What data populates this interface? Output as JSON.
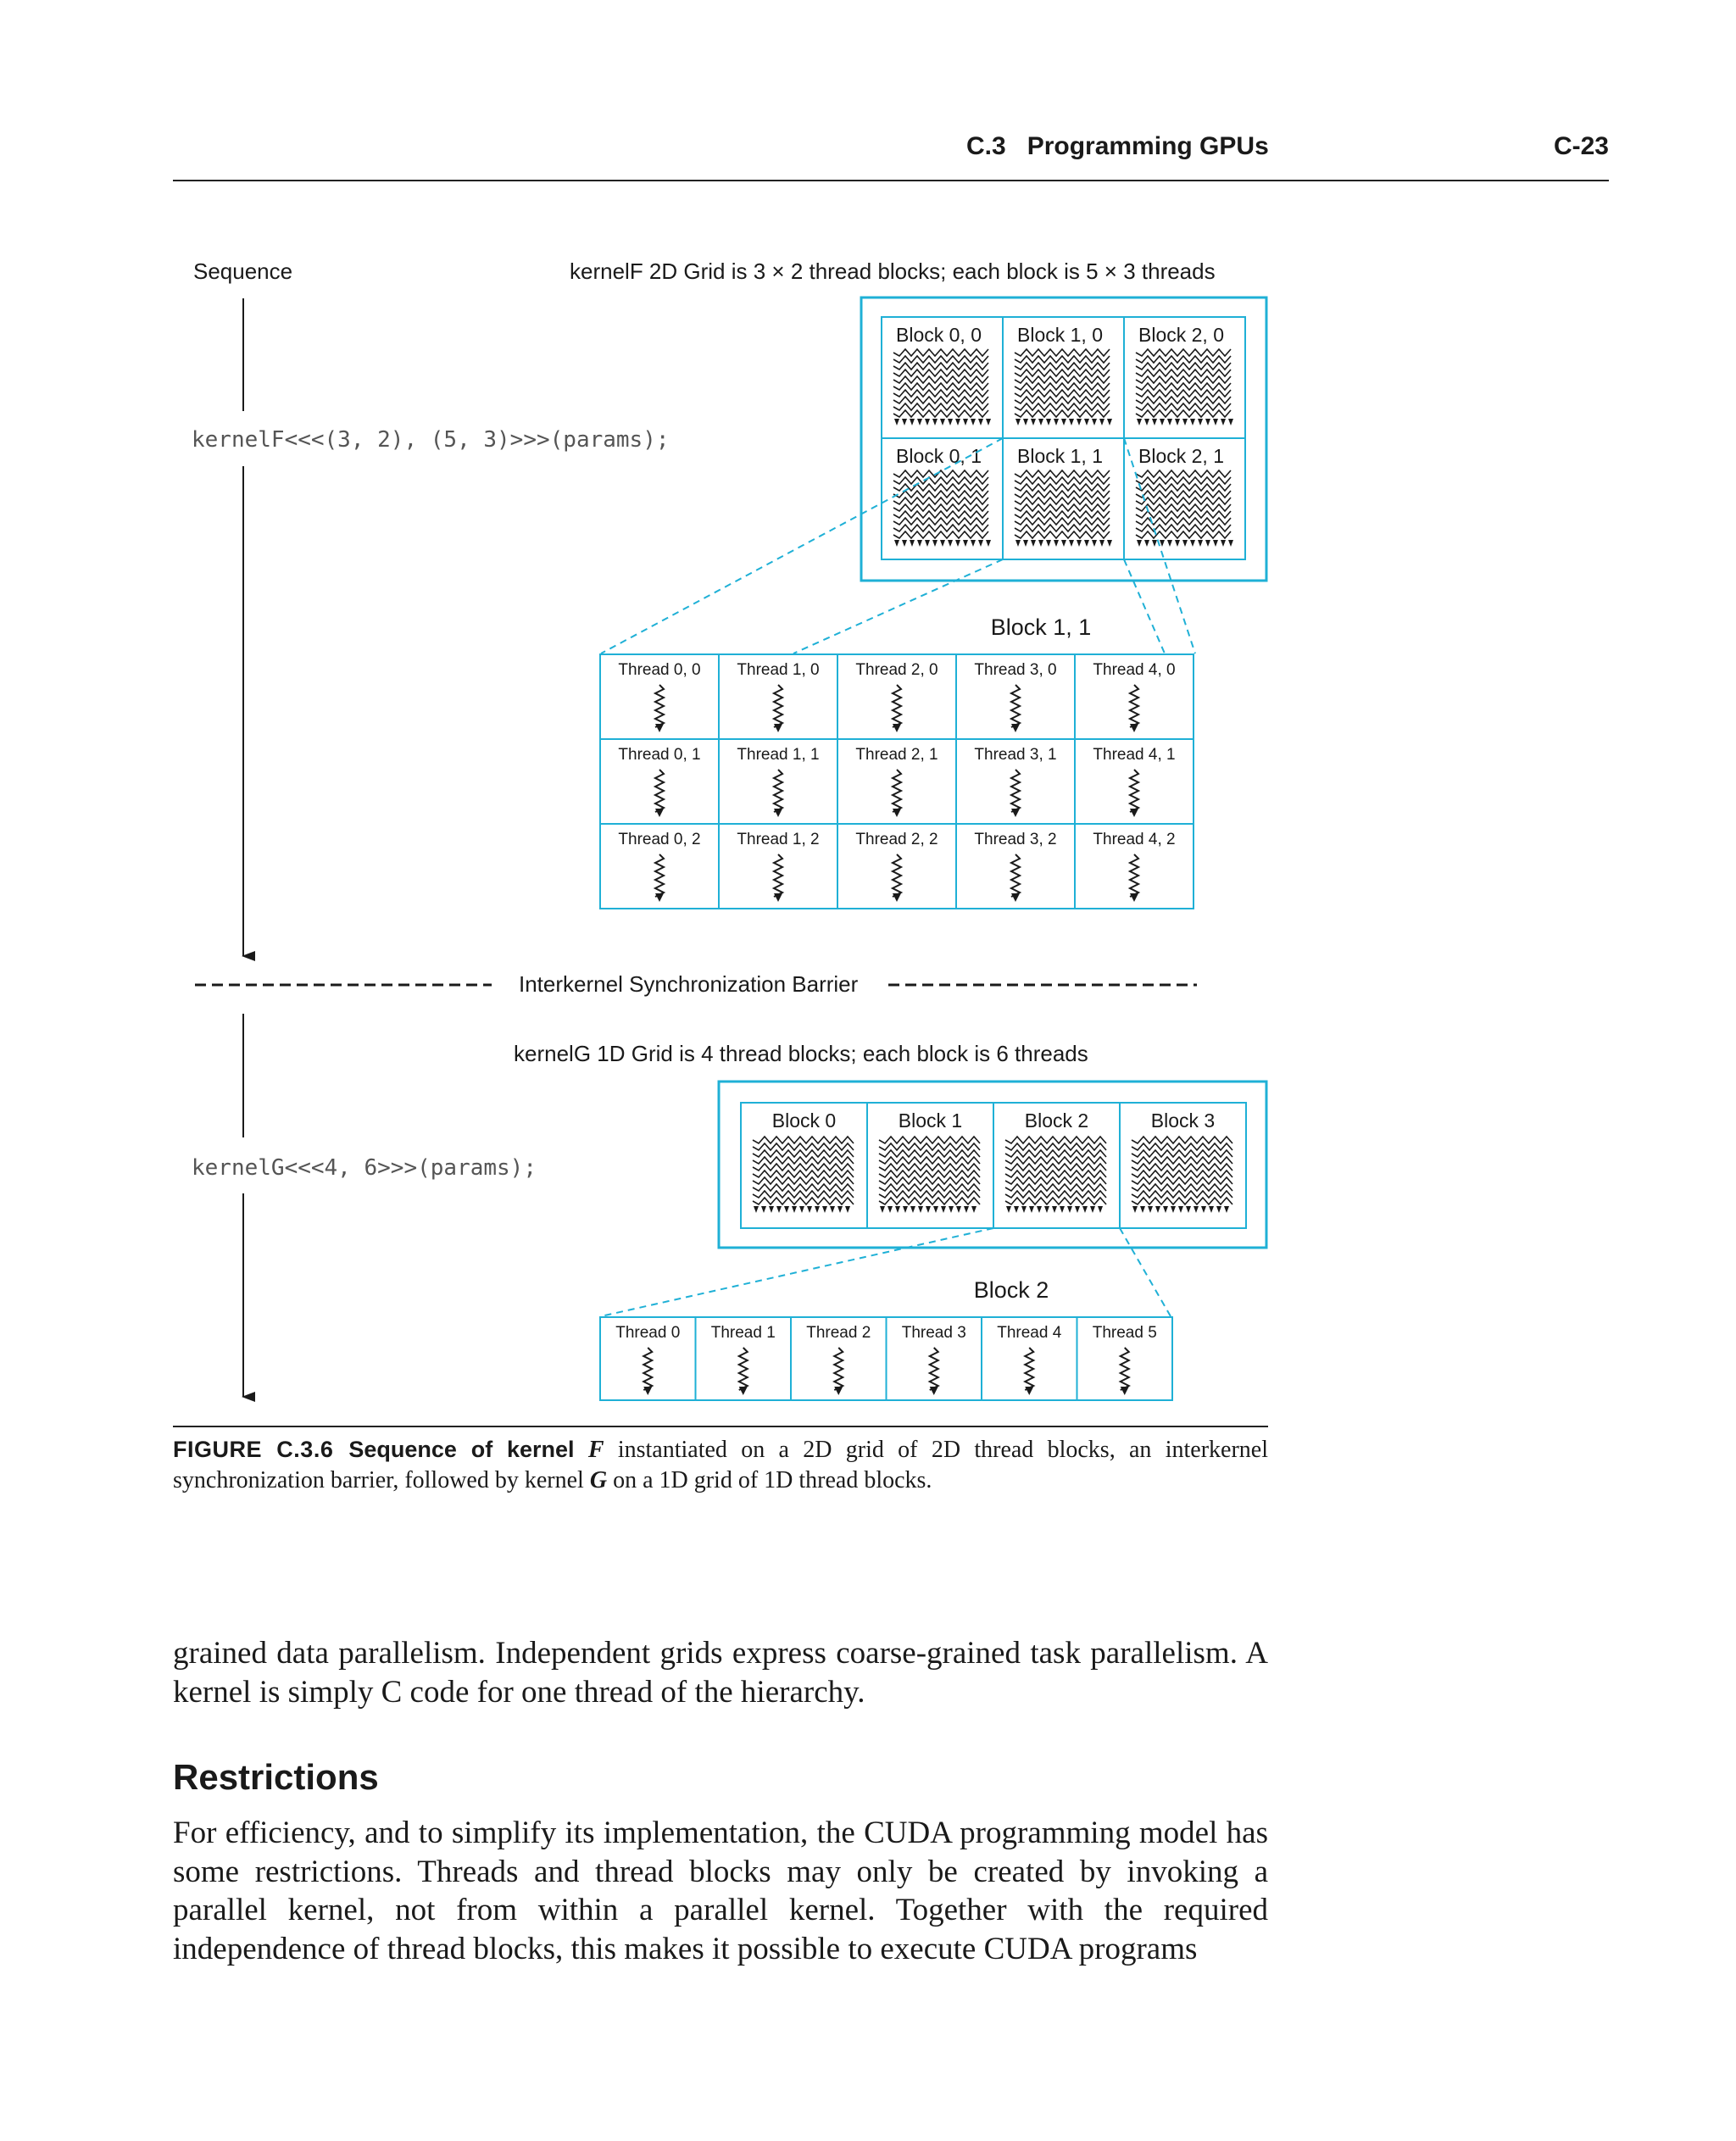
{
  "running_head": {
    "section": "C.3   Programming GPUs",
    "page": "C-23"
  },
  "figure": {
    "sequence_label": "Sequence",
    "kernelF_grid_label": "kernelF 2D Grid is 3 × 2 thread blocks; each block is 5 × 3 threads",
    "kernelF_call": "kernelF<<<(3, 2), (5, 3)>>>(params);",
    "kernelF_blocks": [
      "Block 0, 0",
      "Block 1, 0",
      "Block 2, 0",
      "Block 0, 1",
      "Block 1, 1",
      "Block 2, 1"
    ],
    "kernelF_detail_title": "Block 1, 1",
    "kernelF_threads": [
      "Thread 0, 0",
      "Thread 1, 0",
      "Thread 2, 0",
      "Thread 3, 0",
      "Thread 4, 0",
      "Thread 0, 1",
      "Thread 1, 1",
      "Thread 2, 1",
      "Thread 3, 1",
      "Thread 4, 1",
      "Thread 0, 2",
      "Thread 1, 2",
      "Thread 2, 2",
      "Thread 3, 2",
      "Thread 4, 2"
    ],
    "barrier_label": "Interkernel Synchronization Barrier",
    "kernelG_grid_label": "kernelG 1D Grid is 4 thread blocks; each block is 6 threads",
    "kernelG_call": "kernelG<<<4, 6>>>(params);",
    "kernelG_blocks": [
      "Block 0",
      "Block 1",
      "Block 2",
      "Block 3"
    ],
    "kernelG_detail_title": "Block 2",
    "kernelG_threads": [
      "Thread 0",
      "Thread 1",
      "Thread 2",
      "Thread 3",
      "Thread 4",
      "Thread 5"
    ],
    "colors": {
      "grid_cyan": "#1fb0d6",
      "ink": "#1a1a1a"
    }
  },
  "caption": {
    "label": "FIGURE C.3.6",
    "title": "Sequence of kernel",
    "kernel_f": "F",
    "text_1": " instantiated on a 2D grid of 2D thread blocks, an interkernel synchronization barrier, followed by kernel ",
    "kernel_g": "G",
    "text_2": " on a 1D grid of 1D thread blocks."
  },
  "body": {
    "para_1": "grained data parallelism. Independent grids express coarse-grained task parallelism. A kernel is simply C code for one thread of the hierarchy.",
    "section_heading": "Restrictions",
    "para_2": "For efficiency, and to simplify its implementation, the CUDA programming model has some restrictions. Threads and thread blocks may only be created by invoking a parallel kernel, not from within a parallel kernel. Together with the required independence of thread blocks, this makes it possible to execute CUDA programs"
  }
}
